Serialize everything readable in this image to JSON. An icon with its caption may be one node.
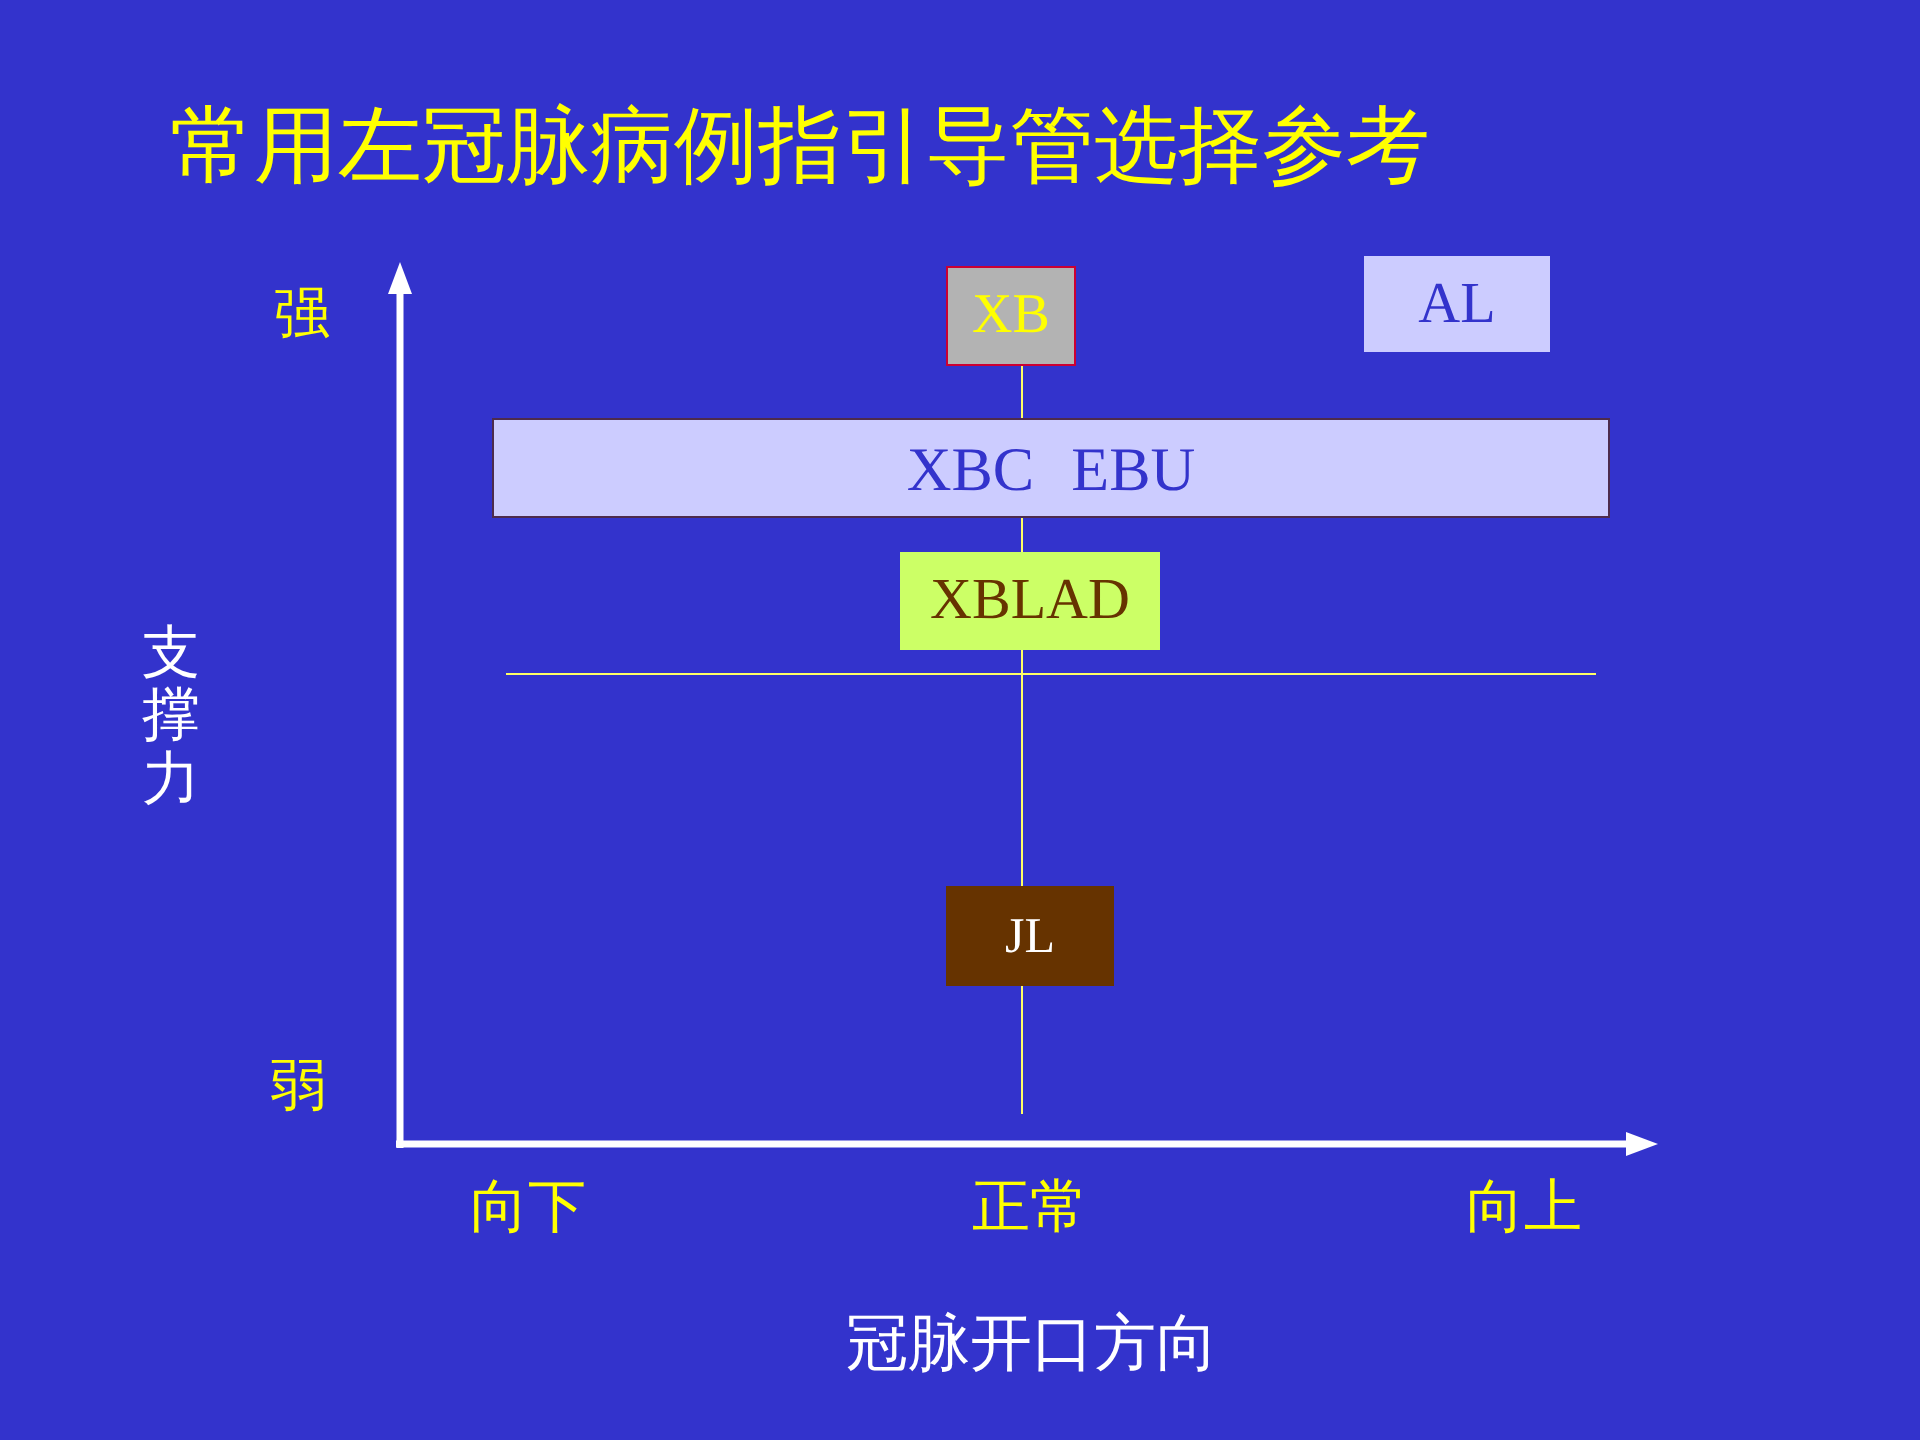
{
  "diagram": {
    "title": "常用左冠脉病例指引导管选择参考",
    "nodes": [
      {
        "text": [
          "XB"
        ]
      },
      {
        "text": [
          "AL"
        ]
      },
      {
        "text": [
          "XBC EBU"
        ]
      },
      {
        "text": [
          "XBLAD"
        ]
      },
      {
        "text": [
          "JL"
        ]
      }
    ],
    "labels": [
      "强",
      "支撑力",
      "弱",
      "向下",
      "正常",
      "向上",
      "冠脉开口方向"
    ]
  }
}
